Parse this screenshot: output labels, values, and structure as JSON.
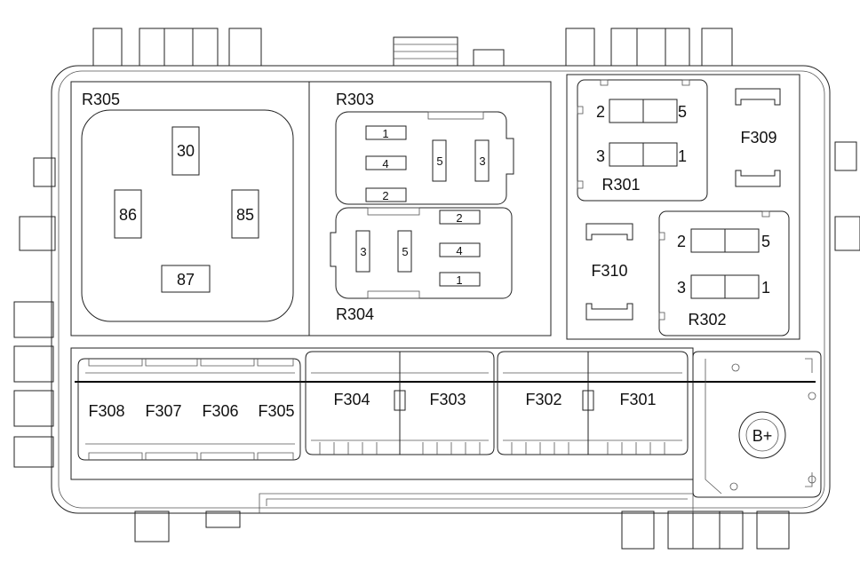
{
  "relays": {
    "r305": {
      "name": "R305",
      "pins": [
        "30",
        "86",
        "85",
        "87"
      ]
    },
    "r303": {
      "name": "R303",
      "pins": [
        "1",
        "4",
        "2",
        "5",
        "3"
      ]
    },
    "r304": {
      "name": "R304",
      "pins": [
        "2",
        "4",
        "1",
        "3",
        "5"
      ]
    },
    "r301": {
      "name": "R301",
      "pins": [
        "2",
        "5",
        "3",
        "1"
      ]
    },
    "r302": {
      "name": "R302",
      "pins": [
        "2",
        "5",
        "3",
        "1"
      ]
    }
  },
  "fuses": {
    "f309": "F309",
    "f310": "F310",
    "f308": "F308",
    "f307": "F307",
    "f306": "F306",
    "f305": "F305",
    "f304": "F304",
    "f303": "F303",
    "f302": "F302",
    "f301": "F301"
  },
  "terminal": {
    "label": "B+"
  }
}
